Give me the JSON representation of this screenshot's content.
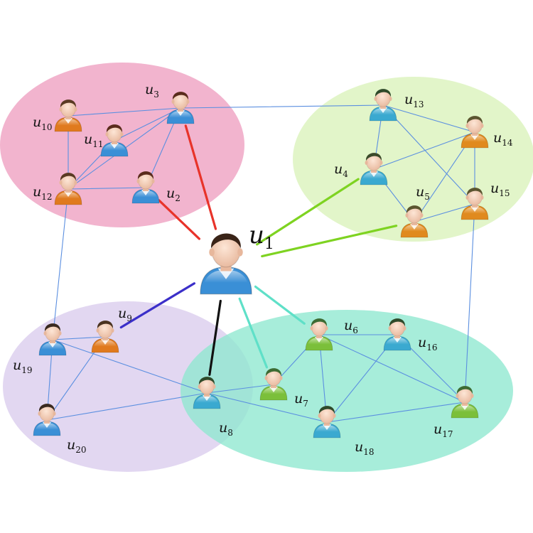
{
  "center": {
    "id": "u1",
    "label": "u",
    "sub": "1"
  },
  "communities": [
    {
      "id": "pink",
      "color": "#f0a7c6",
      "members": [
        "u2",
        "u3",
        "u10",
        "u11",
        "u12"
      ]
    },
    {
      "id": "green",
      "color": "#ddf3c0",
      "members": [
        "u4",
        "u5",
        "u13",
        "u14",
        "u15"
      ]
    },
    {
      "id": "purple",
      "color": "#ddd0ef",
      "members": [
        "u9",
        "u19",
        "u20"
      ]
    },
    {
      "id": "teal",
      "color": "#8ee8cf",
      "members": [
        "u6",
        "u7",
        "u8",
        "u16",
        "u17",
        "u18"
      ]
    }
  ],
  "nodes": [
    {
      "id": "u2",
      "label": "u",
      "sub": "2",
      "shirt": "#3a8fd6",
      "hair": "#5a2b1c"
    },
    {
      "id": "u3",
      "label": "u",
      "sub": "3",
      "shirt": "#3a8fd6",
      "hair": "#5a2b1c"
    },
    {
      "id": "u4",
      "label": "u",
      "sub": "4",
      "shirt": "#3aa9d0",
      "hair": "#3b4a2a"
    },
    {
      "id": "u5",
      "label": "u",
      "sub": "5",
      "shirt": "#e08a1e",
      "hair": "#5b5530"
    },
    {
      "id": "u6",
      "label": "u",
      "sub": "6",
      "shirt": "#7bbf3a",
      "hair": "#3d6b33"
    },
    {
      "id": "u7",
      "label": "u",
      "sub": "7",
      "shirt": "#7bbf3a",
      "hair": "#3d6b33"
    },
    {
      "id": "u8",
      "label": "u",
      "sub": "8",
      "shirt": "#3aa9d0",
      "hair": "#2f4a2a"
    },
    {
      "id": "u9",
      "label": "u",
      "sub": "9",
      "shirt": "#e07a1e",
      "hair": "#4a3320"
    },
    {
      "id": "u10",
      "label": "u",
      "sub": "10",
      "shirt": "#e07a1e",
      "hair": "#5a3a22"
    },
    {
      "id": "u11",
      "label": "u",
      "sub": "11",
      "shirt": "#3a8fd6",
      "hair": "#5a2b1c"
    },
    {
      "id": "u12",
      "label": "u",
      "sub": "12",
      "shirt": "#e07a1e",
      "hair": "#5a3a22"
    },
    {
      "id": "u13",
      "label": "u",
      "sub": "13",
      "shirt": "#3aa9d0",
      "hair": "#2f4a2a"
    },
    {
      "id": "u14",
      "label": "u",
      "sub": "14",
      "shirt": "#e08a1e",
      "hair": "#5b5530"
    },
    {
      "id": "u15",
      "label": "u",
      "sub": "15",
      "shirt": "#e08a1e",
      "hair": "#5b5530"
    },
    {
      "id": "u16",
      "label": "u",
      "sub": "16",
      "shirt": "#3aa9d0",
      "hair": "#2f4a2a"
    },
    {
      "id": "u17",
      "label": "u",
      "sub": "17",
      "shirt": "#7bbf3a",
      "hair": "#3d6b33"
    },
    {
      "id": "u18",
      "label": "u",
      "sub": "18",
      "shirt": "#3aa9d0",
      "hair": "#2f4a2a"
    },
    {
      "id": "u19",
      "label": "u",
      "sub": "19",
      "shirt": "#3a8fd6",
      "hair": "#3a2a20"
    },
    {
      "id": "u20",
      "label": "u",
      "sub": "20",
      "shirt": "#3a8fd6",
      "hair": "#3a2a20"
    }
  ],
  "edges": [
    {
      "from": "u1",
      "to": "u2",
      "color": "#e8332a",
      "weight": "strong"
    },
    {
      "from": "u1",
      "to": "u3",
      "color": "#e8332a",
      "weight": "strong"
    },
    {
      "from": "u1",
      "to": "u4",
      "color": "#7ed321",
      "weight": "strong"
    },
    {
      "from": "u1",
      "to": "u5",
      "color": "#7ed321",
      "weight": "strong"
    },
    {
      "from": "u1",
      "to": "u9",
      "color": "#3b2fc9",
      "weight": "strong"
    },
    {
      "from": "u1",
      "to": "u8",
      "color": "#111111",
      "weight": "strong"
    },
    {
      "from": "u1",
      "to": "u7",
      "color": "#5fe0c8",
      "weight": "strong"
    },
    {
      "from": "u1",
      "to": "u6",
      "color": "#5fe0c8",
      "weight": "strong"
    },
    {
      "from": "u3",
      "to": "u10",
      "color": "#5b8fe0",
      "weight": "thin"
    },
    {
      "from": "u3",
      "to": "u11",
      "color": "#5b8fe0",
      "weight": "thin"
    },
    {
      "from": "u3",
      "to": "u2",
      "color": "#5b8fe0",
      "weight": "thin"
    },
    {
      "from": "u3",
      "to": "u12",
      "color": "#5b8fe0",
      "weight": "thin"
    },
    {
      "from": "u3",
      "to": "u13",
      "color": "#5b8fe0",
      "weight": "thin"
    },
    {
      "from": "u10",
      "to": "u12",
      "color": "#5b8fe0",
      "weight": "thin"
    },
    {
      "from": "u11",
      "to": "u12",
      "color": "#5b8fe0",
      "weight": "thin"
    },
    {
      "from": "u12",
      "to": "u2",
      "color": "#5b8fe0",
      "weight": "thin"
    },
    {
      "from": "u12",
      "to": "u19",
      "color": "#5b8fe0",
      "weight": "thin"
    },
    {
      "from": "u13",
      "to": "u4",
      "color": "#5b8fe0",
      "weight": "thin"
    },
    {
      "from": "u13",
      "to": "u14",
      "color": "#5b8fe0",
      "weight": "thin"
    },
    {
      "from": "u13",
      "to": "u15",
      "color": "#5b8fe0",
      "weight": "thin"
    },
    {
      "from": "u4",
      "to": "u14",
      "color": "#5b8fe0",
      "weight": "thin"
    },
    {
      "from": "u4",
      "to": "u5",
      "color": "#5b8fe0",
      "weight": "thin"
    },
    {
      "from": "u14",
      "to": "u15",
      "color": "#5b8fe0",
      "weight": "thin"
    },
    {
      "from": "u14",
      "to": "u5",
      "color": "#5b8fe0",
      "weight": "thin"
    },
    {
      "from": "u5",
      "to": "u15",
      "color": "#5b8fe0",
      "weight": "thin"
    },
    {
      "from": "u15",
      "to": "u17",
      "color": "#5b8fe0",
      "weight": "thin"
    },
    {
      "from": "u9",
      "to": "u19",
      "color": "#5b8fe0",
      "weight": "thin"
    },
    {
      "from": "u9",
      "to": "u20",
      "color": "#5b8fe0",
      "weight": "thin"
    },
    {
      "from": "u19",
      "to": "u20",
      "color": "#5b8fe0",
      "weight": "thin"
    },
    {
      "from": "u19",
      "to": "u8",
      "color": "#5b8fe0",
      "weight": "thin"
    },
    {
      "from": "u20",
      "to": "u8",
      "color": "#5b8fe0",
      "weight": "thin"
    },
    {
      "from": "u8",
      "to": "u7",
      "color": "#5b8fe0",
      "weight": "thin"
    },
    {
      "from": "u8",
      "to": "u18",
      "color": "#5b8fe0",
      "weight": "thin"
    },
    {
      "from": "u7",
      "to": "u6",
      "color": "#5b8fe0",
      "weight": "thin"
    },
    {
      "from": "u6",
      "to": "u16",
      "color": "#5b8fe0",
      "weight": "thin"
    },
    {
      "from": "u6",
      "to": "u18",
      "color": "#5b8fe0",
      "weight": "thin"
    },
    {
      "from": "u6",
      "to": "u17",
      "color": "#5b8fe0",
      "weight": "thin"
    },
    {
      "from": "u16",
      "to": "u18",
      "color": "#5b8fe0",
      "weight": "thin"
    },
    {
      "from": "u16",
      "to": "u17",
      "color": "#5b8fe0",
      "weight": "thin"
    },
    {
      "from": "u18",
      "to": "u17",
      "color": "#5b8fe0",
      "weight": "thin"
    }
  ]
}
